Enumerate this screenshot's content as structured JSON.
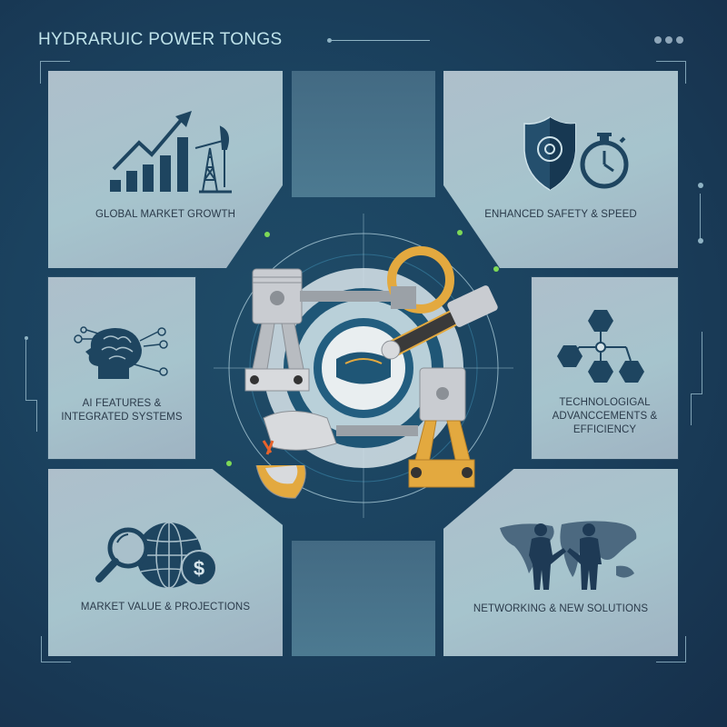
{
  "header": {
    "title": "HYDRARUIC POWER TONGS",
    "menu_icon": "more-dots-icon"
  },
  "tiles": [
    {
      "id": "global-market-growth",
      "label": "GLOBAL MARKET GROWTH",
      "icon": "bar-chart-oil-pump-icon"
    },
    {
      "id": "enhanced-safety-speed",
      "label": "ENHANCED SAFETY & SPEED",
      "icon": "shield-gear-stopwatch-icon"
    },
    {
      "id": "ai-features",
      "label_line1": "AI FEATURES &",
      "label_line2": "INTEGRATED SYSTEMS",
      "icon": "brain-head-network-icon"
    },
    {
      "id": "tech-advancements",
      "label_line1": "TECHNOLOGIGAL",
      "label_line2": "ADVANCCEMENTS &",
      "label_line3": "EFFICIENCY",
      "icon": "hexagon-network-icon"
    },
    {
      "id": "market-value",
      "label": "MARKET VALUE & PROJECTIONS",
      "icon": "magnifier-globe-dollar-icon"
    },
    {
      "id": "networking",
      "label": "NETWORKING & NEW SOLUTIONS",
      "icon": "world-map-handshake-icon"
    }
  ],
  "center": {
    "illustration": "hydraulic-tongs-gear-illustration"
  },
  "colors": {
    "background": "#1b425f",
    "panel": "#a9c0cb",
    "icon_dark": "#1e4560",
    "title_text": "#bfe3ea",
    "label_text": "#2a3a4a",
    "accent_green": "#7ed957",
    "accent_gold": "#e3a93f",
    "metal": "#c9ccd1"
  }
}
